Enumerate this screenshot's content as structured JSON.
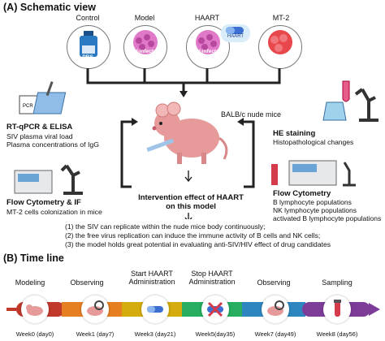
{
  "section_a": {
    "title": "(A) Schematic view"
  },
  "groups": [
    {
      "label": "Control",
      "circle_text": "PBS"
    },
    {
      "label": "Model",
      "circle_text": "SIV-infected\nMT-2 cells"
    },
    {
      "label": "HAART",
      "circle_text": "SIV-infected\nMT-2 cells",
      "badge": "HAART"
    },
    {
      "label": "MT-2",
      "circle_text": "MT-2 cells"
    }
  ],
  "mouse_label": "BALB/c nude mice",
  "left_blocks": {
    "rtqpcr": {
      "title": "RT-qPCR & ELISA",
      "lines": [
        "SIV plasma viral load",
        "Plasma concentrations of IgG"
      ]
    },
    "flow_if": {
      "title": "Flow Cytometry & IF",
      "lines": [
        "MT-2 cells  colonization in mice"
      ]
    }
  },
  "right_blocks": {
    "he": {
      "title": "HE staining",
      "lines": [
        "Histopathological changes"
      ]
    },
    "flow": {
      "title": "Flow Cytometry",
      "lines": [
        "B lymphocyte populations",
        "NK lymphocyte populations",
        "activated B lymphocyte populations"
      ]
    }
  },
  "center_text": {
    "line1": "Intervention effect of HAART",
    "line2": "on this model"
  },
  "conclusions": [
    "(1) the SIV can replicate within the nude mice body continuously;",
    "(2) the free virus replication can induce the immune activity of B cells and NK cells;",
    "(3) the model holds great potential in evaluating anti-SIV/HIV effect of drug candidates"
  ],
  "section_b": {
    "title": "(B) Time line"
  },
  "timeline": [
    {
      "label": "Modeling",
      "week": "Week0 (day0)",
      "color": "#c0392b"
    },
    {
      "label": "Observing",
      "week": "Week1 (day7)",
      "color": "#e67e22"
    },
    {
      "label": "Start HAART\nAdministration",
      "week": "Week3 (day21)",
      "color": "#d4ac0d"
    },
    {
      "label": "Stop HAART\nAdministration",
      "week": "Week5(day35)",
      "color": "#27ae60"
    },
    {
      "label": "Observing",
      "week": "Week7 (day49)",
      "color": "#2e86c1"
    },
    {
      "label": "Sampling",
      "week": "Week8 (day56)",
      "color": "#7d3c98"
    }
  ],
  "colors": {
    "pbs": "#2b78c2",
    "cells": "#e07ac8",
    "mt2": "#e8474c",
    "bracket": "#222222"
  }
}
